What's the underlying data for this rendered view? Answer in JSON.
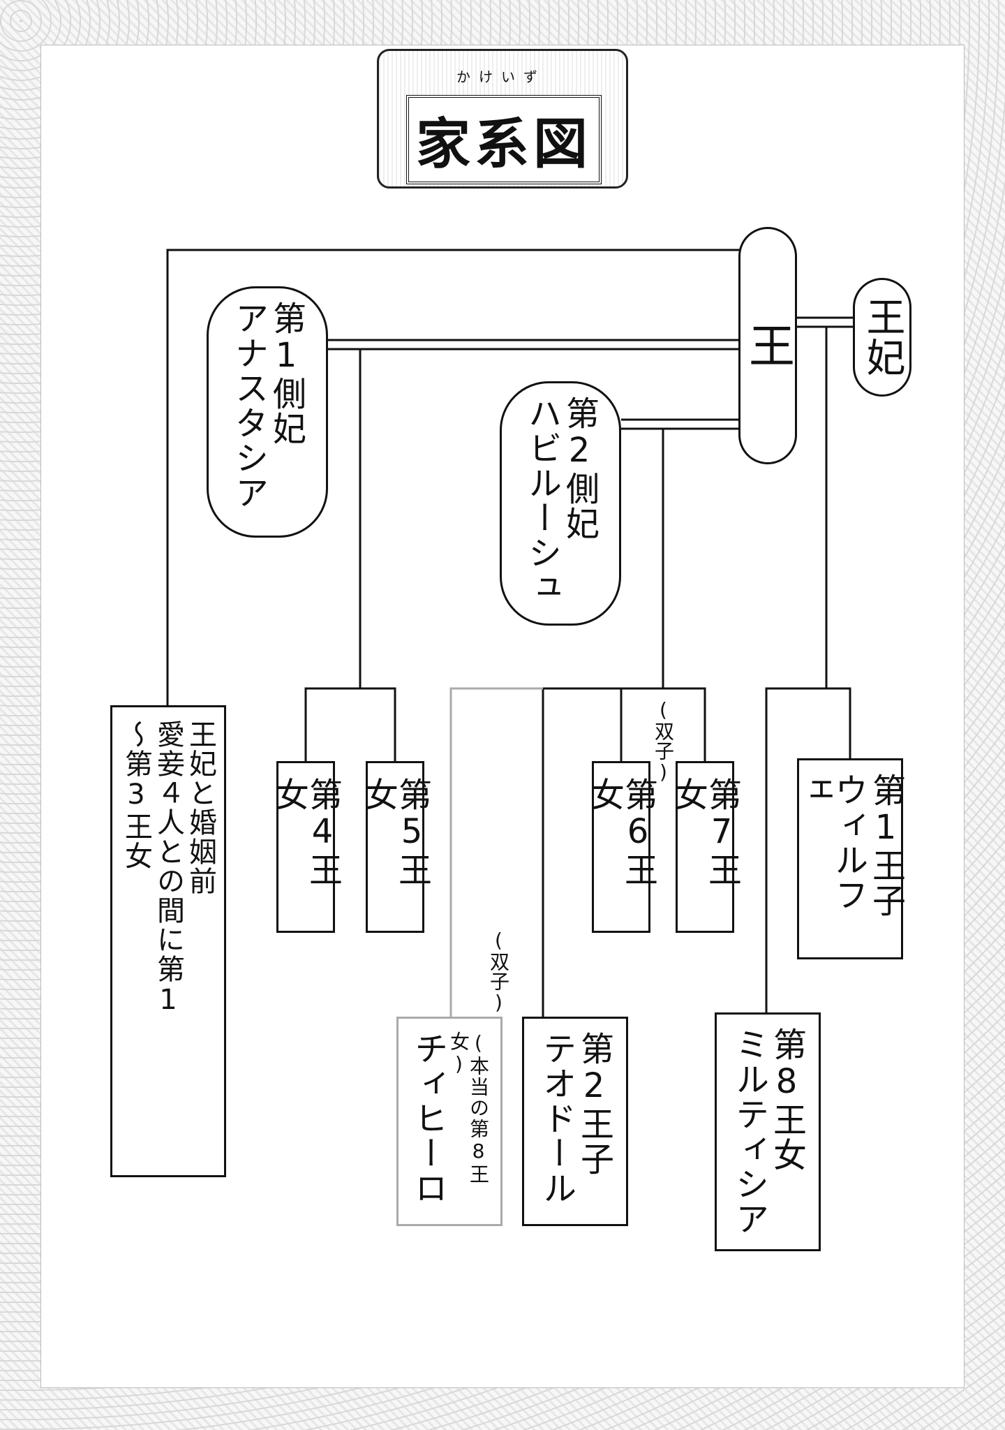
{
  "title": "家系図",
  "title_ruby": "かけいず",
  "nodes": {
    "king": [
      "王"
    ],
    "queen": [
      "王妃"
    ],
    "first_consort": [
      "第1側妃",
      "アナスタシア"
    ],
    "second_consort": [
      "第2側妃",
      "ハビルーシュ"
    ],
    "princesses_1_3": [
      "王妃と婚姻前",
      "愛妾４人との間に第1",
      "～第3王女"
    ],
    "princess_4": [
      "第4王女"
    ],
    "princess_5": [
      "第5王女"
    ],
    "princess_6": [
      "第6王女"
    ],
    "princess_7": [
      "第7王女"
    ],
    "prince_1": [
      "第1王子",
      "ウィルフェ"
    ],
    "chihiro": [
      "(本当の第8王女)",
      "チィヒーロ"
    ],
    "prince_2": [
      "第2王子",
      "テオドール"
    ],
    "princess_8": [
      "第8王女",
      "ミルティシア"
    ]
  },
  "labels": {
    "twins_upper": "(双子)",
    "twins_lower": "(双子)"
  },
  "colors": {
    "line": "#111111",
    "gray_line": "#aaaaaa"
  }
}
